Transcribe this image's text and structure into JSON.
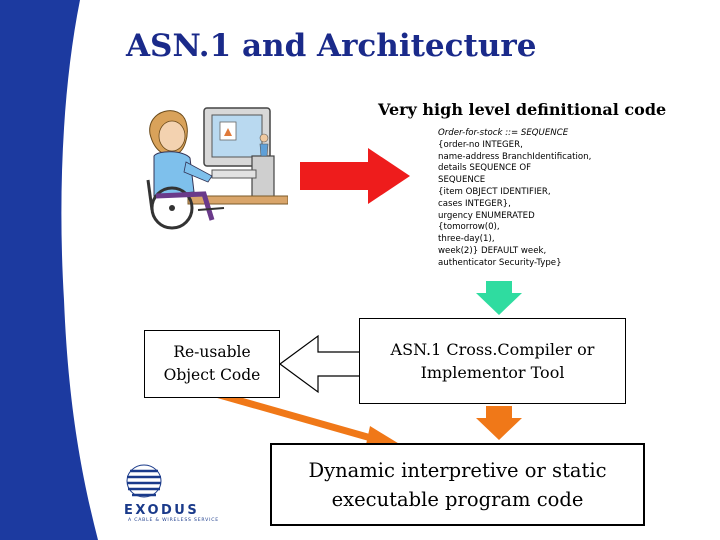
{
  "slide": {
    "title": "ASN.1 and Architecture",
    "subtitle": "Very high level definitional code",
    "code_lines": [
      "Order-for-stock ::= SEQUENCE",
      "{order-no INTEGER,",
      "name-address BranchIdentification,",
      "details SEQUENCE OF",
      "SEQUENCE",
      "{item OBJECT IDENTIFIER,",
      "cases INTEGER},",
      "urgency ENUMERATED",
      "{tomorrow(0),",
      "three-day(1),",
      "week(2)} DEFAULT week,",
      "authenticator Security-Type}"
    ],
    "reusable_box": [
      "Re-usable",
      "Object Code"
    ],
    "compiler_box": [
      "ASN.1 Cross.Compiler or",
      "Implementor Tool"
    ],
    "dynamic_box": [
      "Dynamic interpretive or static",
      "executable program code"
    ],
    "logo": {
      "name": "EXODUS",
      "tagline": "A CABLE & WIRELESS SERVICE"
    }
  },
  "colors": {
    "title": "#1a2a8a",
    "sidebar_blue": "#1c3aa0",
    "red_arrow": "#ee1c1c",
    "green_arrow": "#2fdca0",
    "orange_arrow": "#f07818",
    "logo_blue": "#1a3a8a"
  },
  "icons": [
    "computer-user-clipart",
    "exodus-globe-logo"
  ]
}
